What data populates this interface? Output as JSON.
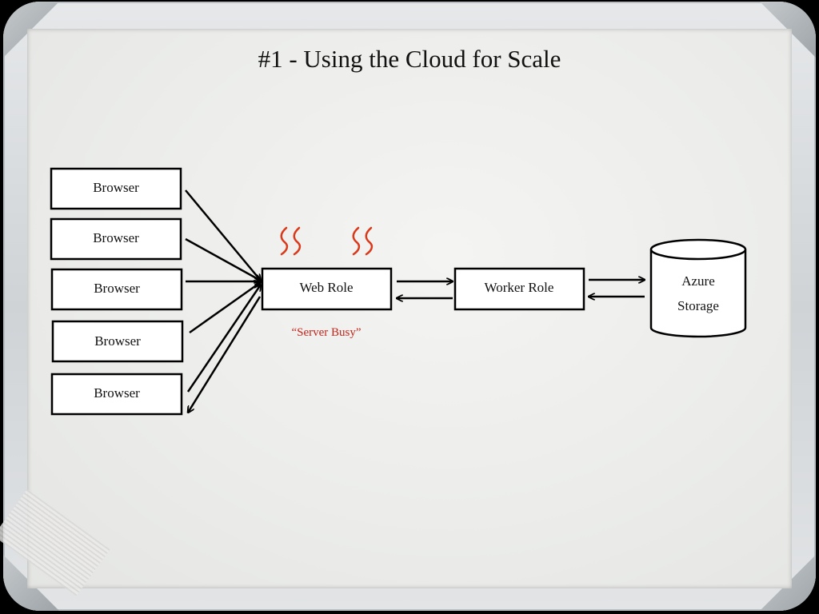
{
  "slide": {
    "title": "#1 - Using the Cloud for Scale"
  },
  "diagram": {
    "browsers": [
      "Browser",
      "Browser",
      "Browser",
      "Browser",
      "Browser"
    ],
    "web_role": "Web Role",
    "worker_role": "Worker Role",
    "storage_line1": "Azure",
    "storage_line2": "Storage",
    "busy_note": "“Server Busy”",
    "heat_color": "#d93a1c",
    "line_color": "#000000"
  }
}
